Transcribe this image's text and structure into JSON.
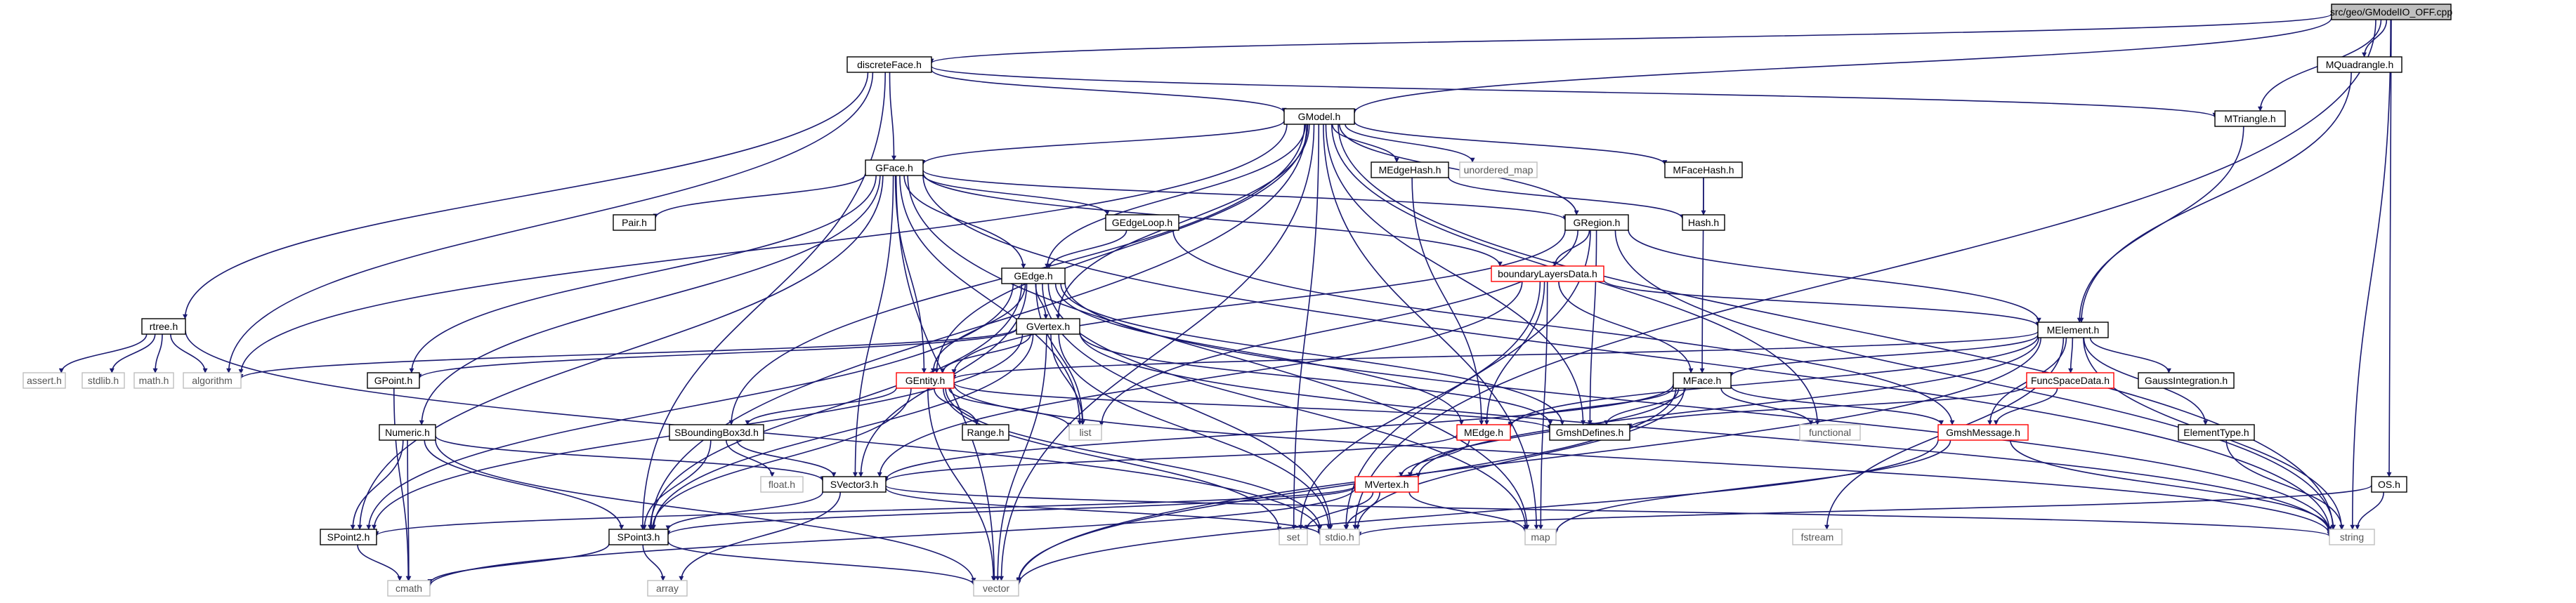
{
  "diagram": {
    "colors": {
      "edge": "#191970",
      "root_fill": "#bfbfbf",
      "external_border": "#bfbfbf",
      "partial_border": "#ff0000",
      "node_border": "#000000"
    },
    "nodes": [
      {
        "id": "root",
        "label": "src/geo/GModelIO_OFF.cpp",
        "kind": "root",
        "interactable": false
      },
      {
        "id": "discreteFace",
        "label": "discreteFace.h",
        "kind": "normal",
        "interactable": true
      },
      {
        "id": "MQuadrangle",
        "label": "MQuadrangle.h",
        "kind": "normal",
        "interactable": true
      },
      {
        "id": "GModel",
        "label": "GModel.h",
        "kind": "normal",
        "interactable": true
      },
      {
        "id": "MTriangle",
        "label": "MTriangle.h",
        "kind": "normal",
        "interactable": true
      },
      {
        "id": "GFace",
        "label": "GFace.h",
        "kind": "normal",
        "interactable": true
      },
      {
        "id": "MEdgeHash",
        "label": "MEdgeHash.h",
        "kind": "normal",
        "interactable": true
      },
      {
        "id": "unordered_map",
        "label": "unordered_map",
        "kind": "external",
        "interactable": false
      },
      {
        "id": "MFaceHash",
        "label": "MFaceHash.h",
        "kind": "normal",
        "interactable": true
      },
      {
        "id": "Pair",
        "label": "Pair.h",
        "kind": "normal",
        "interactable": true
      },
      {
        "id": "GEdgeLoop",
        "label": "GEdgeLoop.h",
        "kind": "normal",
        "interactable": true
      },
      {
        "id": "GRegion",
        "label": "GRegion.h",
        "kind": "normal",
        "interactable": true
      },
      {
        "id": "Hash",
        "label": "Hash.h",
        "kind": "normal",
        "interactable": true
      },
      {
        "id": "GEdge",
        "label": "GEdge.h",
        "kind": "normal",
        "interactable": true
      },
      {
        "id": "boundaryLayersData",
        "label": "boundaryLayersData.h",
        "kind": "partial",
        "interactable": true
      },
      {
        "id": "rtree",
        "label": "rtree.h",
        "kind": "normal",
        "interactable": true
      },
      {
        "id": "GVertex",
        "label": "GVertex.h",
        "kind": "normal",
        "interactable": true
      },
      {
        "id": "MElement",
        "label": "MElement.h",
        "kind": "normal",
        "interactable": true
      },
      {
        "id": "assert",
        "label": "assert.h",
        "kind": "external",
        "interactable": false
      },
      {
        "id": "stdlib",
        "label": "stdlib.h",
        "kind": "external",
        "interactable": false
      },
      {
        "id": "math",
        "label": "math.h",
        "kind": "external",
        "interactable": false
      },
      {
        "id": "algorithm",
        "label": "algorithm",
        "kind": "external",
        "interactable": false
      },
      {
        "id": "GPoint",
        "label": "GPoint.h",
        "kind": "normal",
        "interactable": true
      },
      {
        "id": "GEntity",
        "label": "GEntity.h",
        "kind": "partial",
        "interactable": true
      },
      {
        "id": "MFace",
        "label": "MFace.h",
        "kind": "normal",
        "interactable": true
      },
      {
        "id": "FuncSpaceData",
        "label": "FuncSpaceData.h",
        "kind": "partial",
        "interactable": true
      },
      {
        "id": "GaussIntegration",
        "label": "GaussIntegration.h",
        "kind": "normal",
        "interactable": true
      },
      {
        "id": "list",
        "label": "list",
        "kind": "external",
        "interactable": false
      },
      {
        "id": "Range",
        "label": "Range.h",
        "kind": "normal",
        "interactable": true
      },
      {
        "id": "Numeric",
        "label": "Numeric.h",
        "kind": "normal",
        "interactable": true
      },
      {
        "id": "SBoundingBox3d",
        "label": "SBoundingBox3d.h",
        "kind": "normal",
        "interactable": true
      },
      {
        "id": "MEdge",
        "label": "MEdge.h",
        "kind": "partial",
        "interactable": true
      },
      {
        "id": "GmshDefines",
        "label": "GmshDefines.h",
        "kind": "normal",
        "interactable": true
      },
      {
        "id": "functional",
        "label": "functional",
        "kind": "external",
        "interactable": false
      },
      {
        "id": "GmshMessage",
        "label": "GmshMessage.h",
        "kind": "partial",
        "interactable": true
      },
      {
        "id": "ElementType",
        "label": "ElementType.h",
        "kind": "normal",
        "interactable": true
      },
      {
        "id": "float",
        "label": "float.h",
        "kind": "external",
        "interactable": false
      },
      {
        "id": "SVector3",
        "label": "SVector3.h",
        "kind": "normal",
        "interactable": true
      },
      {
        "id": "MVertex",
        "label": "MVertex.h",
        "kind": "partial",
        "interactable": true
      },
      {
        "id": "OS",
        "label": "OS.h",
        "kind": "normal",
        "interactable": true
      },
      {
        "id": "SPoint2",
        "label": "SPoint2.h",
        "kind": "normal",
        "interactable": true
      },
      {
        "id": "SPoint3",
        "label": "SPoint3.h",
        "kind": "normal",
        "interactable": true
      },
      {
        "id": "set",
        "label": "set",
        "kind": "external",
        "interactable": false
      },
      {
        "id": "stdio",
        "label": "stdio.h",
        "kind": "external",
        "interactable": false
      },
      {
        "id": "map",
        "label": "map",
        "kind": "external",
        "interactable": false
      },
      {
        "id": "fstream",
        "label": "fstream",
        "kind": "external",
        "interactable": false
      },
      {
        "id": "string",
        "label": "string",
        "kind": "external",
        "interactable": false
      },
      {
        "id": "cmath",
        "label": "cmath",
        "kind": "external",
        "interactable": false
      },
      {
        "id": "array",
        "label": "array",
        "kind": "external",
        "interactable": false
      },
      {
        "id": "vector",
        "label": "vector",
        "kind": "external",
        "interactable": false
      }
    ],
    "edges": [
      [
        "root",
        "discreteFace"
      ],
      [
        "root",
        "MQuadrangle"
      ],
      [
        "root",
        "GModel"
      ],
      [
        "root",
        "MTriangle"
      ],
      [
        "root",
        "OS"
      ],
      [
        "root",
        "string"
      ],
      [
        "root",
        "stdio"
      ],
      [
        "discreteFace",
        "GModel"
      ],
      [
        "discreteFace",
        "GFace"
      ],
      [
        "discreteFace",
        "MTriangle"
      ],
      [
        "discreteFace",
        "rtree"
      ],
      [
        "discreteFace",
        "algorithm"
      ],
      [
        "discreteFace",
        "SPoint3"
      ],
      [
        "MQuadrangle",
        "MElement"
      ],
      [
        "MTriangle",
        "MElement"
      ],
      [
        "GModel",
        "GFace"
      ],
      [
        "GModel",
        "MEdgeHash"
      ],
      [
        "GModel",
        "unordered_map"
      ],
      [
        "GModel",
        "MFaceHash"
      ],
      [
        "GModel",
        "GRegion"
      ],
      [
        "GModel",
        "GEdge"
      ],
      [
        "GModel",
        "GVertex"
      ],
      [
        "GModel",
        "SBoundingBox3d"
      ],
      [
        "GModel",
        "algorithm"
      ],
      [
        "GModel",
        "SPoint3"
      ],
      [
        "GModel",
        "set"
      ],
      [
        "GModel",
        "vector"
      ],
      [
        "GModel",
        "map"
      ],
      [
        "GModel",
        "string"
      ],
      [
        "GModel",
        "functional"
      ],
      [
        "GModel",
        "GmshDefines"
      ],
      [
        "GModel",
        "GEntity"
      ],
      [
        "GFace",
        "Pair"
      ],
      [
        "GFace",
        "GEdgeLoop"
      ],
      [
        "GFace",
        "GRegion"
      ],
      [
        "GFace",
        "boundaryLayersData"
      ],
      [
        "GFace",
        "GEdge"
      ],
      [
        "GFace",
        "GEntity"
      ],
      [
        "GFace",
        "GPoint"
      ],
      [
        "GFace",
        "Numeric"
      ],
      [
        "GFace",
        "SPoint2"
      ],
      [
        "GFace",
        "SVector3"
      ],
      [
        "GFace",
        "list"
      ],
      [
        "GFace",
        "vector"
      ],
      [
        "GFace",
        "map"
      ],
      [
        "GFace",
        "string"
      ],
      [
        "MEdgeHash",
        "MEdge"
      ],
      [
        "MEdgeHash",
        "Hash"
      ],
      [
        "MFaceHash",
        "Hash"
      ],
      [
        "MFaceHash",
        "MFace"
      ],
      [
        "GEdgeLoop",
        "GEdge"
      ],
      [
        "GEdgeLoop",
        "GmshMessage"
      ],
      [
        "GRegion",
        "boundaryLayersData"
      ],
      [
        "GRegion",
        "GEntity"
      ],
      [
        "GRegion",
        "MElement"
      ],
      [
        "GRegion",
        "GmshDefines"
      ],
      [
        "GRegion",
        "list"
      ],
      [
        "GRegion",
        "string"
      ],
      [
        "GRegion",
        "stdio"
      ],
      [
        "GEdge",
        "GVertex"
      ],
      [
        "GEdge",
        "GEntity"
      ],
      [
        "GEdge",
        "SVector3"
      ],
      [
        "GEdge",
        "SPoint3"
      ],
      [
        "GEdge",
        "SPoint2"
      ],
      [
        "GEdge",
        "MEdge"
      ],
      [
        "GEdge",
        "GmshDefines"
      ],
      [
        "GEdge",
        "list"
      ],
      [
        "GEdge",
        "string"
      ],
      [
        "GEdge",
        "map"
      ],
      [
        "GEdge",
        "stdio"
      ],
      [
        "boundaryLayersData",
        "MElement"
      ],
      [
        "boundaryLayersData",
        "MEdge"
      ],
      [
        "boundaryLayersData",
        "MFace"
      ],
      [
        "boundaryLayersData",
        "SVector3"
      ],
      [
        "boundaryLayersData",
        "map"
      ],
      [
        "boundaryLayersData",
        "set"
      ],
      [
        "rtree",
        "assert"
      ],
      [
        "rtree",
        "stdlib"
      ],
      [
        "rtree",
        "math"
      ],
      [
        "rtree",
        "algorithm"
      ],
      [
        "rtree",
        "stdio"
      ],
      [
        "GVertex",
        "GEntity"
      ],
      [
        "GVertex",
        "GPoint"
      ],
      [
        "GVertex",
        "SPoint2"
      ],
      [
        "GVertex",
        "SPoint3"
      ],
      [
        "GVertex",
        "list"
      ],
      [
        "GVertex",
        "stdio"
      ],
      [
        "GVertex",
        "GmshDefines"
      ],
      [
        "GVertex",
        "algorithm"
      ],
      [
        "GVertex",
        "string"
      ],
      [
        "GVertex",
        "vector"
      ],
      [
        "MElement",
        "MFace"
      ],
      [
        "MElement",
        "FuncSpaceData"
      ],
      [
        "MElement",
        "GaussIntegration"
      ],
      [
        "MElement",
        "ElementType"
      ],
      [
        "MElement",
        "MEdge"
      ],
      [
        "MElement",
        "GmshMessage"
      ],
      [
        "MElement",
        "MVertex"
      ],
      [
        "MElement",
        "string"
      ],
      [
        "MElement",
        "fstream"
      ],
      [
        "MElement",
        "vector"
      ],
      [
        "MElement",
        "GEntity"
      ],
      [
        "GPoint",
        "cmath"
      ],
      [
        "GEntity",
        "Range"
      ],
      [
        "GEntity",
        "SBoundingBox3d"
      ],
      [
        "GEntity",
        "SPoint3"
      ],
      [
        "GEntity",
        "list"
      ],
      [
        "GEntity",
        "set"
      ],
      [
        "GEntity",
        "vector"
      ],
      [
        "GEntity",
        "string"
      ],
      [
        "GEntity",
        "stdio"
      ],
      [
        "GEntity",
        "GmshDefines"
      ],
      [
        "MFace",
        "MVertex"
      ],
      [
        "MFace",
        "MEdge"
      ],
      [
        "MFace",
        "GmshDefines"
      ],
      [
        "MFace",
        "GmshMessage"
      ],
      [
        "MFace",
        "SVector3"
      ],
      [
        "MFace",
        "functional"
      ],
      [
        "MFace",
        "vector"
      ],
      [
        "MFace",
        "stdio"
      ],
      [
        "FuncSpaceData",
        "GmshMessage"
      ],
      [
        "FuncSpaceData",
        "GmshDefines"
      ],
      [
        "Numeric",
        "SVector3"
      ],
      [
        "Numeric",
        "SPoint2"
      ],
      [
        "Numeric",
        "SPoint3"
      ],
      [
        "Numeric",
        "cmath"
      ],
      [
        "Numeric",
        "vector"
      ],
      [
        "SBoundingBox3d",
        "SPoint3"
      ],
      [
        "SBoundingBox3d",
        "SVector3"
      ],
      [
        "SBoundingBox3d",
        "float"
      ],
      [
        "MEdge",
        "MVertex"
      ],
      [
        "MEdge",
        "SVector3"
      ],
      [
        "GmshMessage",
        "string"
      ],
      [
        "GmshMessage",
        "map"
      ],
      [
        "GmshMessage",
        "vector"
      ],
      [
        "ElementType",
        "string"
      ],
      [
        "SVector3",
        "SPoint3"
      ],
      [
        "SVector3",
        "string"
      ],
      [
        "SVector3",
        "stdio"
      ],
      [
        "SVector3",
        "array"
      ],
      [
        "MVertex",
        "SPoint2"
      ],
      [
        "MVertex",
        "SPoint3"
      ],
      [
        "MVertex",
        "set"
      ],
      [
        "MVertex",
        "stdio"
      ],
      [
        "MVertex",
        "map"
      ],
      [
        "MVertex",
        "cmath"
      ],
      [
        "OS",
        "string"
      ],
      [
        "OS",
        "stdio"
      ],
      [
        "SPoint2",
        "cmath"
      ],
      [
        "SPoint3",
        "cmath"
      ],
      [
        "SPoint3",
        "array"
      ],
      [
        "SPoint3",
        "vector"
      ]
    ]
  }
}
